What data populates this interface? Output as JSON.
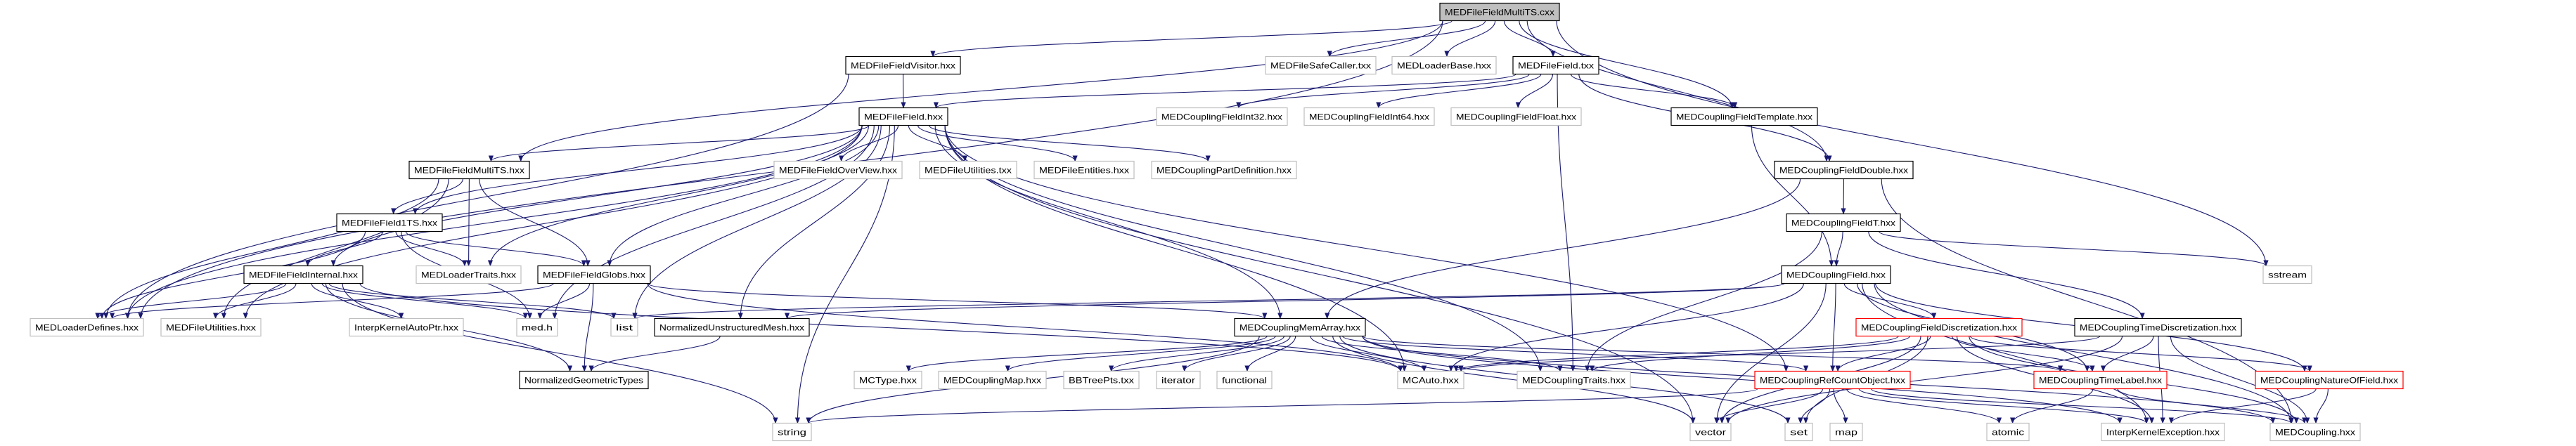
{
  "graph": {
    "edge_color": "#191970",
    "styles": {
      "focus": {
        "fill": "#bfbfbf",
        "stroke": "#000000"
      },
      "documented": {
        "fill": "#ffffff",
        "stroke": "#000000"
      },
      "external": {
        "fill": "#ffffff",
        "stroke": "#bfbfbf"
      },
      "truncated": {
        "fill": "#ffffff",
        "stroke": "#ff0000"
      }
    },
    "nodes": [
      {
        "id": "cxx",
        "label": "MEDFileFieldMultiTS.cxx",
        "style": "focus"
      },
      {
        "id": "visitor",
        "label": "MEDFileFieldVisitor.hxx",
        "style": "documented"
      },
      {
        "id": "safecaller",
        "label": "MEDFileSafeCaller.txx",
        "style": "external"
      },
      {
        "id": "loaderbase",
        "label": "MEDLoaderBase.hxx",
        "style": "external"
      },
      {
        "id": "fieldtxx",
        "label": "MEDFileField.txx",
        "style": "documented"
      },
      {
        "id": "filefield",
        "label": "MEDFileField.hxx",
        "style": "documented"
      },
      {
        "id": "int32",
        "label": "MEDCouplingFieldInt32.hxx",
        "style": "external"
      },
      {
        "id": "int64",
        "label": "MEDCouplingFieldInt64.hxx",
        "style": "external"
      },
      {
        "id": "float",
        "label": "MEDCouplingFieldFloat.hxx",
        "style": "external"
      },
      {
        "id": "template",
        "label": "MEDCouplingFieldTemplate.hxx",
        "style": "documented"
      },
      {
        "id": "multits",
        "label": "MEDFileFieldMultiTS.hxx",
        "style": "documented"
      },
      {
        "id": "overview",
        "label": "MEDFileFieldOverView.hxx",
        "style": "external"
      },
      {
        "id": "utiltxx",
        "label": "MEDFileUtilities.txx",
        "style": "external"
      },
      {
        "id": "entities",
        "label": "MEDFileEntities.hxx",
        "style": "external"
      },
      {
        "id": "partdef",
        "label": "MEDCouplingPartDefinition.hxx",
        "style": "external"
      },
      {
        "id": "double",
        "label": "MEDCouplingFieldDouble.hxx",
        "style": "documented"
      },
      {
        "id": "f1ts",
        "label": "MEDFileField1TS.hxx",
        "style": "documented"
      },
      {
        "id": "fieldT",
        "label": "MEDCouplingFieldT.hxx",
        "style": "documented"
      },
      {
        "id": "internal",
        "label": "MEDFileFieldInternal.hxx",
        "style": "documented"
      },
      {
        "id": "traits",
        "label": "MEDLoaderTraits.hxx",
        "style": "external"
      },
      {
        "id": "globs",
        "label": "MEDFileFieldGlobs.hxx",
        "style": "documented"
      },
      {
        "id": "mcfield",
        "label": "MEDCouplingField.hxx",
        "style": "documented"
      },
      {
        "id": "sstream",
        "label": "sstream",
        "style": "external"
      },
      {
        "id": "defines",
        "label": "MEDLoaderDefines.hxx",
        "style": "external"
      },
      {
        "id": "utilhxx",
        "label": "MEDFileUtilities.hxx",
        "style": "external"
      },
      {
        "id": "autoptr",
        "label": "InterpKernelAutoPtr.hxx",
        "style": "external"
      },
      {
        "id": "medh",
        "label": "med.h",
        "style": "external"
      },
      {
        "id": "list",
        "label": "list",
        "style": "external"
      },
      {
        "id": "unstr",
        "label": "NormalizedUnstructuredMesh.hxx",
        "style": "documented"
      },
      {
        "id": "memarray",
        "label": "MEDCouplingMemArray.hxx",
        "style": "documented"
      },
      {
        "id": "discr",
        "label": "MEDCouplingFieldDiscretization.hxx",
        "style": "truncated"
      },
      {
        "id": "timediscr",
        "label": "MEDCouplingTimeDiscretization.hxx",
        "style": "documented"
      },
      {
        "id": "geomtypes",
        "label": "NormalizedGeometricTypes",
        "style": "documented"
      },
      {
        "id": "mctype",
        "label": "MCType.hxx",
        "style": "external"
      },
      {
        "id": "map_hxx",
        "label": "MEDCouplingMap.hxx",
        "style": "external"
      },
      {
        "id": "bbtree",
        "label": "BBTreePts.txx",
        "style": "external"
      },
      {
        "id": "iterator",
        "label": "iterator",
        "style": "external"
      },
      {
        "id": "functional",
        "label": "functional",
        "style": "external"
      },
      {
        "id": "mcauto",
        "label": "MCAuto.hxx",
        "style": "external"
      },
      {
        "id": "mctraits",
        "label": "MEDCouplingTraits.hxx",
        "style": "external"
      },
      {
        "id": "refcount",
        "label": "MEDCouplingRefCountObject.hxx",
        "style": "truncated"
      },
      {
        "id": "timelabel",
        "label": "MEDCouplingTimeLabel.hxx",
        "style": "truncated"
      },
      {
        "id": "nature",
        "label": "MEDCouplingNatureOfField.hxx",
        "style": "truncated"
      },
      {
        "id": "string",
        "label": "string",
        "style": "external"
      },
      {
        "id": "vector",
        "label": "vector",
        "style": "external"
      },
      {
        "id": "set",
        "label": "set",
        "style": "external"
      },
      {
        "id": "map",
        "label": "map",
        "style": "external"
      },
      {
        "id": "atomic",
        "label": "atomic",
        "style": "external"
      },
      {
        "id": "ikexc",
        "label": "InterpKernelException.hxx",
        "style": "external"
      },
      {
        "id": "medcoupling",
        "label": "MEDCoupling.hxx",
        "style": "external"
      }
    ],
    "edges": [
      [
        "cxx",
        "visitor"
      ],
      [
        "cxx",
        "safecaller"
      ],
      [
        "cxx",
        "loaderbase"
      ],
      [
        "cxx",
        "fieldtxx"
      ],
      [
        "cxx",
        "template"
      ],
      [
        "cxx",
        "double"
      ],
      [
        "cxx",
        "sstream"
      ],
      [
        "cxx",
        "multits"
      ],
      [
        "cxx",
        "defines"
      ],
      [
        "visitor",
        "filefield"
      ],
      [
        "visitor",
        "defines"
      ],
      [
        "fieldtxx",
        "filefield"
      ],
      [
        "fieldtxx",
        "int32"
      ],
      [
        "fieldtxx",
        "int64"
      ],
      [
        "fieldtxx",
        "float"
      ],
      [
        "fieldtxx",
        "template"
      ],
      [
        "fieldtxx",
        "double"
      ],
      [
        "fieldtxx",
        "mctraits"
      ],
      [
        "filefield",
        "overview"
      ],
      [
        "filefield",
        "utiltxx"
      ],
      [
        "filefield",
        "entities"
      ],
      [
        "filefield",
        "partdef"
      ],
      [
        "filefield",
        "multits"
      ],
      [
        "filefield",
        "f1ts"
      ],
      [
        "filefield",
        "internal"
      ],
      [
        "filefield",
        "globs"
      ],
      [
        "filefield",
        "traits"
      ],
      [
        "filefield",
        "defines"
      ],
      [
        "filefield",
        "utilhxx"
      ],
      [
        "filefield",
        "medh"
      ],
      [
        "filefield",
        "list"
      ],
      [
        "filefield",
        "unstr"
      ],
      [
        "filefield",
        "memarray"
      ],
      [
        "filefield",
        "mcauto"
      ],
      [
        "filefield",
        "mctraits"
      ],
      [
        "filefield",
        "refcount"
      ],
      [
        "filefield",
        "string"
      ],
      [
        "filefield",
        "vector"
      ],
      [
        "multits",
        "f1ts"
      ],
      [
        "multits",
        "globs"
      ],
      [
        "multits",
        "traits"
      ],
      [
        "multits",
        "defines"
      ],
      [
        "multits",
        "utilhxx"
      ],
      [
        "f1ts",
        "internal"
      ],
      [
        "f1ts",
        "traits"
      ],
      [
        "f1ts",
        "globs"
      ],
      [
        "f1ts",
        "defines"
      ],
      [
        "f1ts",
        "medh"
      ],
      [
        "internal",
        "defines"
      ],
      [
        "internal",
        "utilhxx"
      ],
      [
        "internal",
        "autoptr"
      ],
      [
        "internal",
        "medh"
      ],
      [
        "internal",
        "list"
      ],
      [
        "internal",
        "geomtypes"
      ],
      [
        "internal",
        "string"
      ],
      [
        "internal",
        "mcauto"
      ],
      [
        "globs",
        "medh"
      ],
      [
        "globs",
        "geomtypes"
      ],
      [
        "globs",
        "defines"
      ],
      [
        "globs",
        "memarray"
      ],
      [
        "globs",
        "mcauto"
      ],
      [
        "unstr",
        "geomtypes"
      ],
      [
        "memarray",
        "mctype"
      ],
      [
        "memarray",
        "map_hxx"
      ],
      [
        "memarray",
        "bbtree"
      ],
      [
        "memarray",
        "iterator"
      ],
      [
        "memarray",
        "functional"
      ],
      [
        "memarray",
        "string"
      ],
      [
        "memarray",
        "mcauto"
      ],
      [
        "memarray",
        "mctraits"
      ],
      [
        "memarray",
        "refcount"
      ],
      [
        "memarray",
        "vector"
      ],
      [
        "memarray",
        "set"
      ],
      [
        "memarray",
        "ikexc"
      ],
      [
        "memarray",
        "medcoupling"
      ],
      [
        "memarray",
        "timelabel"
      ],
      [
        "template",
        "mcfield"
      ],
      [
        "double",
        "fieldT"
      ],
      [
        "double",
        "memarray"
      ],
      [
        "double",
        "medcoupling"
      ],
      [
        "fieldT",
        "mcfield"
      ],
      [
        "fieldT",
        "timediscr"
      ],
      [
        "fieldT",
        "sstream"
      ],
      [
        "fieldT",
        "mctraits"
      ],
      [
        "mcfield",
        "discr"
      ],
      [
        "mcfield",
        "timelabel"
      ],
      [
        "mcfield",
        "nature"
      ],
      [
        "mcfield",
        "refcount"
      ],
      [
        "mcfield",
        "mcauto"
      ],
      [
        "mcfield",
        "vector"
      ],
      [
        "mcfield",
        "unstr"
      ],
      [
        "mcfield",
        "medcoupling"
      ],
      [
        "mcfield",
        "ikexc"
      ],
      [
        "mcfield",
        "list"
      ],
      [
        "discr",
        "refcount"
      ],
      [
        "discr",
        "timelabel"
      ],
      [
        "discr",
        "mcauto"
      ],
      [
        "discr",
        "mctraits"
      ],
      [
        "discr",
        "vector"
      ],
      [
        "discr",
        "set"
      ],
      [
        "discr",
        "ikexc"
      ],
      [
        "discr",
        "nature"
      ],
      [
        "discr",
        "medcoupling"
      ],
      [
        "timediscr",
        "timelabel"
      ],
      [
        "timediscr",
        "mcauto"
      ],
      [
        "timediscr",
        "ikexc"
      ],
      [
        "timediscr",
        "medcoupling"
      ],
      [
        "timediscr",
        "vector"
      ],
      [
        "refcount",
        "vector"
      ],
      [
        "refcount",
        "set"
      ],
      [
        "refcount",
        "map"
      ],
      [
        "refcount",
        "atomic"
      ],
      [
        "refcount",
        "string"
      ],
      [
        "refcount",
        "medcoupling"
      ],
      [
        "refcount",
        "ikexc"
      ],
      [
        "timelabel",
        "atomic"
      ],
      [
        "timelabel",
        "medcoupling"
      ],
      [
        "nature",
        "medcoupling"
      ],
      [
        "nature",
        "ikexc"
      ]
    ]
  }
}
